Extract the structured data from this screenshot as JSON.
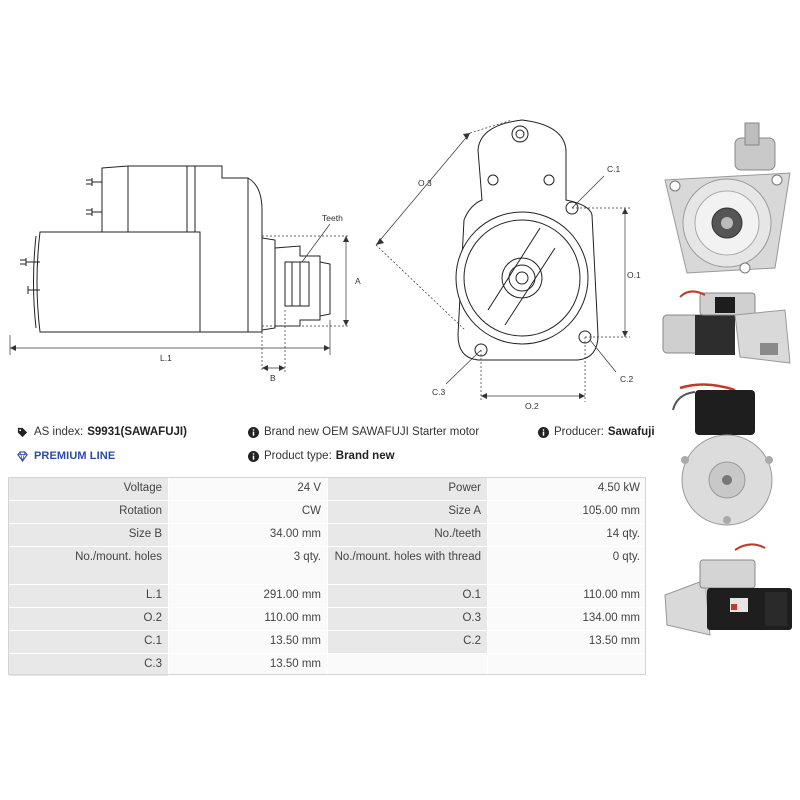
{
  "drawing": {
    "labels": {
      "teeth": "Teeth",
      "a": "A",
      "b": "B",
      "l1": "L.1",
      "o1": "O.1",
      "o2": "O.2",
      "o3": "O.3",
      "c1": "C.1",
      "c2": "C.2",
      "c3": "C.3"
    }
  },
  "info": {
    "as_index_label": "AS index:",
    "as_index_value": "S9931(SAWAFUJI)",
    "description": "Brand new OEM SAWAFUJI Starter motor",
    "producer_label": "Producer:",
    "producer_value": "Sawafuji",
    "premium_line": "PREMIUM LINE",
    "product_type_label": "Product type:",
    "product_type_value": "Brand new",
    "tag_icon": "tag-icon",
    "info_icon": "info-circle-icon",
    "diamond_icon": "diamond-icon",
    "accent_color": "#2b4ba8"
  },
  "specs": {
    "rows": [
      {
        "l1": "Voltage",
        "v1": "24 V",
        "l2": "Power",
        "v2": "4.50 kW"
      },
      {
        "l1": "Rotation",
        "v1": "CW",
        "l2": "Size A",
        "v2": "105.00 mm"
      },
      {
        "l1": "Size B",
        "v1": "34.00 mm",
        "l2": "No./teeth",
        "v2": "14 qty."
      },
      {
        "l1": "No./mount. holes",
        "v1": "3 qty.",
        "l2": "No./mount. holes with thread",
        "v2": "0 qty."
      },
      {
        "l1": "L.1",
        "v1": "291.00 mm",
        "l2": "O.1",
        "v2": "110.00 mm"
      },
      {
        "l1": "O.2",
        "v1": "110.00 mm",
        "l2": "O.3",
        "v2": "134.00 mm"
      },
      {
        "l1": "C.1",
        "v1": "13.50 mm",
        "l2": "C.2",
        "v2": "13.50 mm"
      },
      {
        "l1": "C.3",
        "v1": "13.50 mm",
        "l2": "",
        "v2": ""
      }
    ]
  }
}
